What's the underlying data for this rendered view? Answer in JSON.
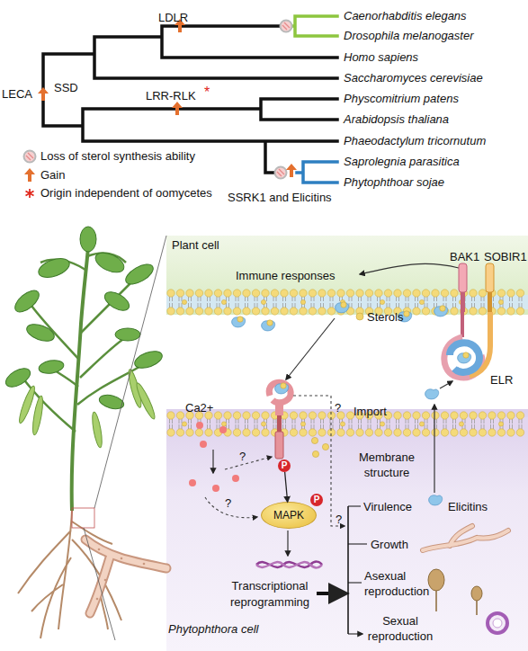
{
  "diagram": {
    "nodes": [
      {
        "text": [
          "Plant cell"
        ]
      },
      {
        "text": [
          "Phytophthora cell"
        ]
      },
      {
        "text": [
          "MAPK"
        ],
        "in": 1
      },
      {
        "text": [
          "P"
        ],
        "in": 1
      },
      {
        "text": [
          "P"
        ],
        "in": 1
      }
    ],
    "edges": [
      {
        "from": 3,
        "to": 2,
        "arrow": "to"
      }
    ],
    "labels": [
      "LDLR",
      "LECA",
      "SSD",
      "LRR-RLK",
      "*",
      "Caenorhabditis elegans",
      "Drosophila melanogaster",
      "Homo sapiens",
      "Saccharomyces cerevisiae",
      "Physcomitrium patens",
      "Arabidopsis thaliana",
      "Phaeodactylum tricornutum",
      "Saprolegnia parasitica",
      "Phytophthoar sojae",
      "SSRK1 and Elicitins",
      "Immune responses",
      "BAK1",
      "SOBIR1",
      "Sterols",
      "ELR",
      "Ca2+",
      "?",
      "Import",
      "?",
      "Membrane structure",
      "?",
      "Virulence",
      "Elicitins",
      "?",
      "Growth",
      "Asexual reproduction",
      "Transcriptional reprogramming",
      "Sexual reproduction"
    ],
    "legend": [
      {
        "text": "Loss of sterol synthesis ability"
      },
      {
        "text": "Gain"
      },
      {
        "text": "Origin independent of oomycetes"
      }
    ]
  }
}
